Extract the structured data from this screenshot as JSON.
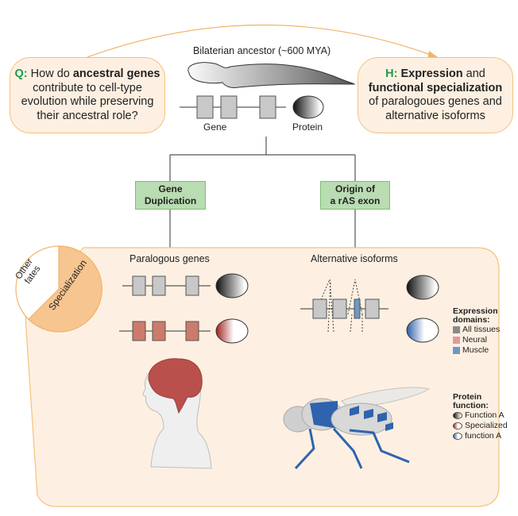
{
  "question": {
    "prefix": "Q:",
    "line1_text": "How do ",
    "line1_bold": "ancestral genes",
    "line2": "contribute to cell-type",
    "line3": "evolution while preserving",
    "line4": "their ancestral role?"
  },
  "hypothesis": {
    "prefix": "H:",
    "line1_bold": "Expression",
    "line1_text": " and",
    "line2_bold": "functional specialization",
    "line3": "of paralogoues genes and",
    "line4": "alternative isoforms"
  },
  "ancestor": {
    "title": "Bilaterian ancestor (~600 MYA)",
    "gene_label": "Gene",
    "protein_label": "Protein"
  },
  "mechanisms": {
    "left_line1": "Gene",
    "left_line2": "Duplication",
    "right_line1": "Origin of",
    "right_line2": "a rAS exon"
  },
  "pie": {
    "other_line1": "Other",
    "other_line2": "fates",
    "specialization": "Specialization",
    "specialization_fraction": 0.67
  },
  "panels": {
    "paralogous_title": "Paralogous genes",
    "isoforms_title": "Alternative isoforms"
  },
  "legend_expression": {
    "title_line1": "Expression",
    "title_line2": "domains:",
    "items": [
      {
        "label": "All tissues",
        "color": "#8a8a8a"
      },
      {
        "label": "Neural",
        "color": "#e09aa0"
      },
      {
        "label": "Muscle",
        "color": "#6e98c4"
      }
    ]
  },
  "legend_protein": {
    "title_line1": "Protein",
    "title_line2": "function:",
    "items": [
      {
        "label": "Function A",
        "color": "#555555"
      },
      {
        "label": "Specialized",
        "color": "#c86060"
      },
      {
        "label": "function A",
        "color": "#5c86c4"
      }
    ]
  },
  "colors": {
    "bubble_fill": "#fdf0e2",
    "bubble_border": "#f5c17c",
    "accent_green": "#1f9a4a",
    "neural_exon": "#cd7a6c",
    "muscle_exon": "#6e98c4",
    "brain": "#b9504c",
    "fly_muscle": "#2f63ad"
  }
}
